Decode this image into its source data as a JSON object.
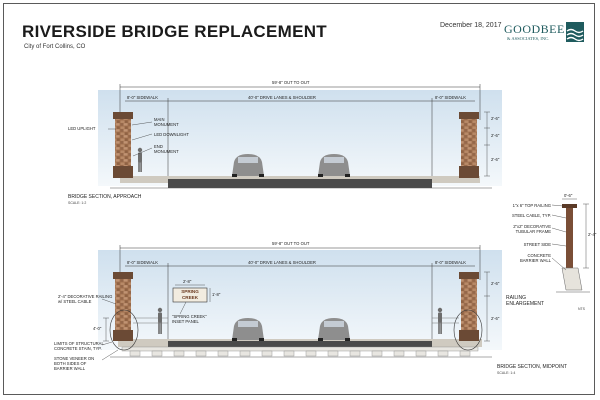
{
  "header": {
    "title": "RIVERSIDE BRIDGE REPLACEMENT",
    "subtitle": "City of Fort Collins, CO",
    "date": "December 18, 2017",
    "logo_name": "GOODBEE",
    "logo_sub": "& ASSOCIATES, INC."
  },
  "approach": {
    "overall_dim": "59'-8\" OUT TO OUT",
    "sidewalk_left": "8'-0\" SIDEWALK",
    "drive_lanes": "40'-0\" DRIVE LANES & SHOULDER",
    "sidewalk_right": "8'-0\" SIDEWALK",
    "led_uplight": "LED UPLIGHT",
    "main_monument": "MAIN\nMONUMENT",
    "led_downlight": "LED DOWNLIGHT",
    "end_monument": "END\nMONUMENT",
    "dim_top": "2'-6\"",
    "dim_mid": "2'-6\"",
    "dim_bot": "2'-6\"",
    "caption": "BRIDGE SECTION, APPROACH",
    "scale": "SCALE: 1:2"
  },
  "midpoint": {
    "overall_dim": "59'-8\" OUT TO OUT",
    "sidewalk_left": "8'-0\" SIDEWALK",
    "drive_lanes": "40'-0\" DRIVE LANES & SHOULDER",
    "sidewalk_right": "8'-0\" SIDEWALK",
    "sign_line1": "SPRING",
    "sign_line2": "CREEK",
    "sign_dim_w": "2'-8\"",
    "sign_dim_h": "1'-8\"",
    "inset_panel": "\"SPRING CREEK\"\nINSET PANEL",
    "railing": "2'-4\" DECORATIVE RAILING\nw/ STEEL CABLE",
    "limits_stain": "LIMITS OF STRUCTURAL\nCONCRETE STAIN, TYP.",
    "stone_veneer": "STONE VENEER ON\nBOTH SIDES OF\nBARRIER WALL",
    "dim_left": "4'-0\"",
    "dim_right_top": "2'-6\"",
    "dim_right_bot": "2'-6\"",
    "caption": "BRIDGE SECTION, MIDPOINT",
    "scale": "SCALE: 1:4"
  },
  "railing_detail": {
    "top_railing": "1\"x 6\" TOP RAILING",
    "steel_cable": "STEEL CABLE, TYP.",
    "decorative_frame": "2\"x2\" DECORATIVE\nTUBULAR FRAME",
    "street_side": "STREET SIDE",
    "barrier_wall": "CONCRETE\nBARRIER WALL",
    "dim_top": "0'-6\"",
    "dim_height": "2'-4\"",
    "caption": "RAILING\nENLARGEMENT",
    "scale": "NTS"
  },
  "colors": {
    "sky_top": "#cfe0ee",
    "sky_bottom": "#f4f8fb",
    "road": "#4a4a4a",
    "sidewalk": "#cfcac0",
    "monument_stone": "#a0704e",
    "monument_cap": "#6b4a35",
    "dimension_line": "#333333",
    "logo": "#1f5b5e"
  }
}
